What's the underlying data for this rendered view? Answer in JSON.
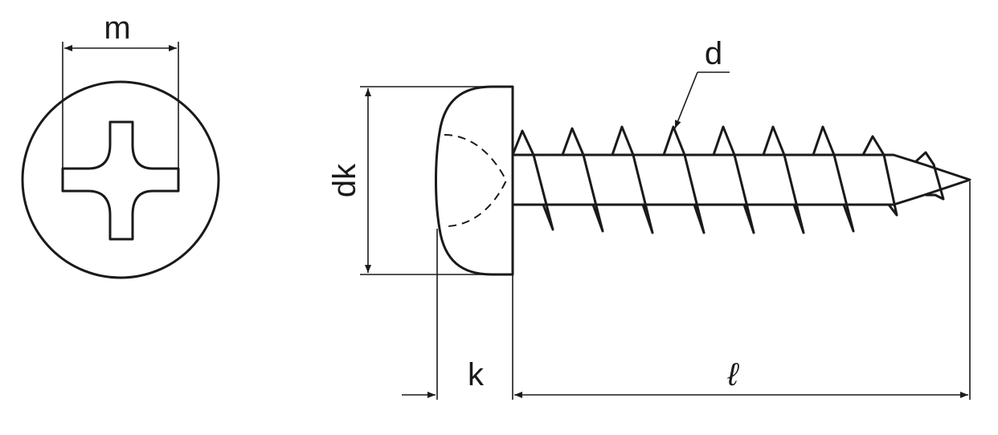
{
  "labels": {
    "m": "m",
    "d": "d",
    "dk": "dk",
    "k": "k",
    "l": "ℓ"
  },
  "components": {
    "head_top_view": "phillips-cross-recess",
    "screw_side_view": "pan-head-tapping-screw"
  },
  "colors": {
    "ink": "#1a1a1a",
    "background": "#ffffff"
  }
}
